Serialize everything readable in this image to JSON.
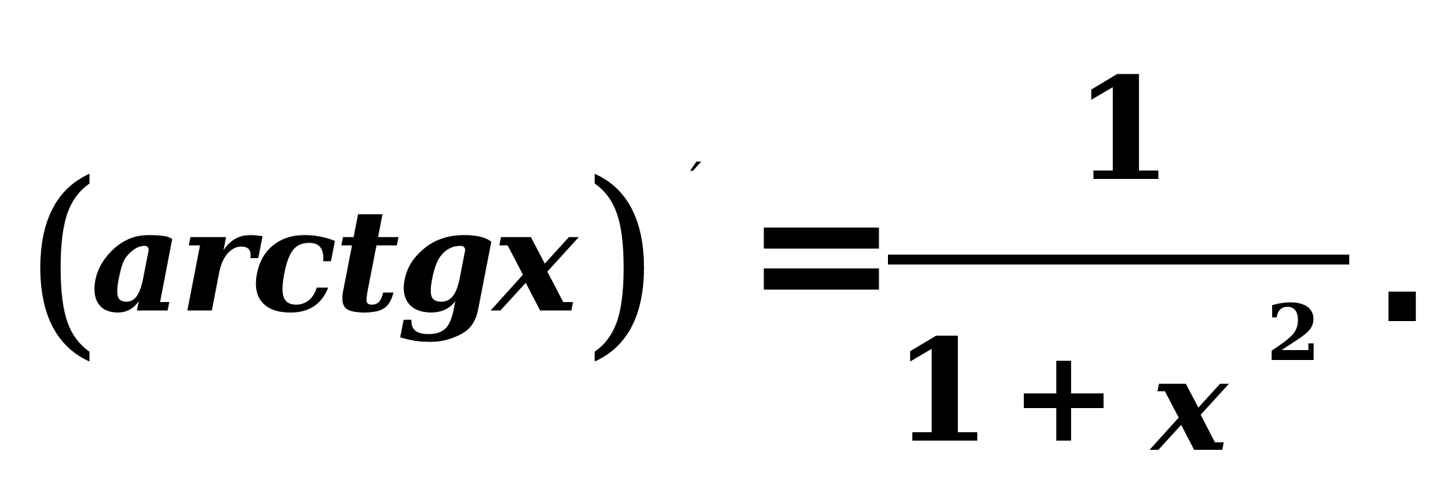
{
  "formula": {
    "lhs": {
      "open_paren": "(",
      "function": "arctgx",
      "close_paren": ")",
      "prime": "´"
    },
    "equals": "=",
    "rhs": {
      "numerator": "1",
      "denominator": {
        "one": "1",
        "plus": "+",
        "variable": "x",
        "exponent": "2"
      }
    },
    "terminator": "."
  }
}
